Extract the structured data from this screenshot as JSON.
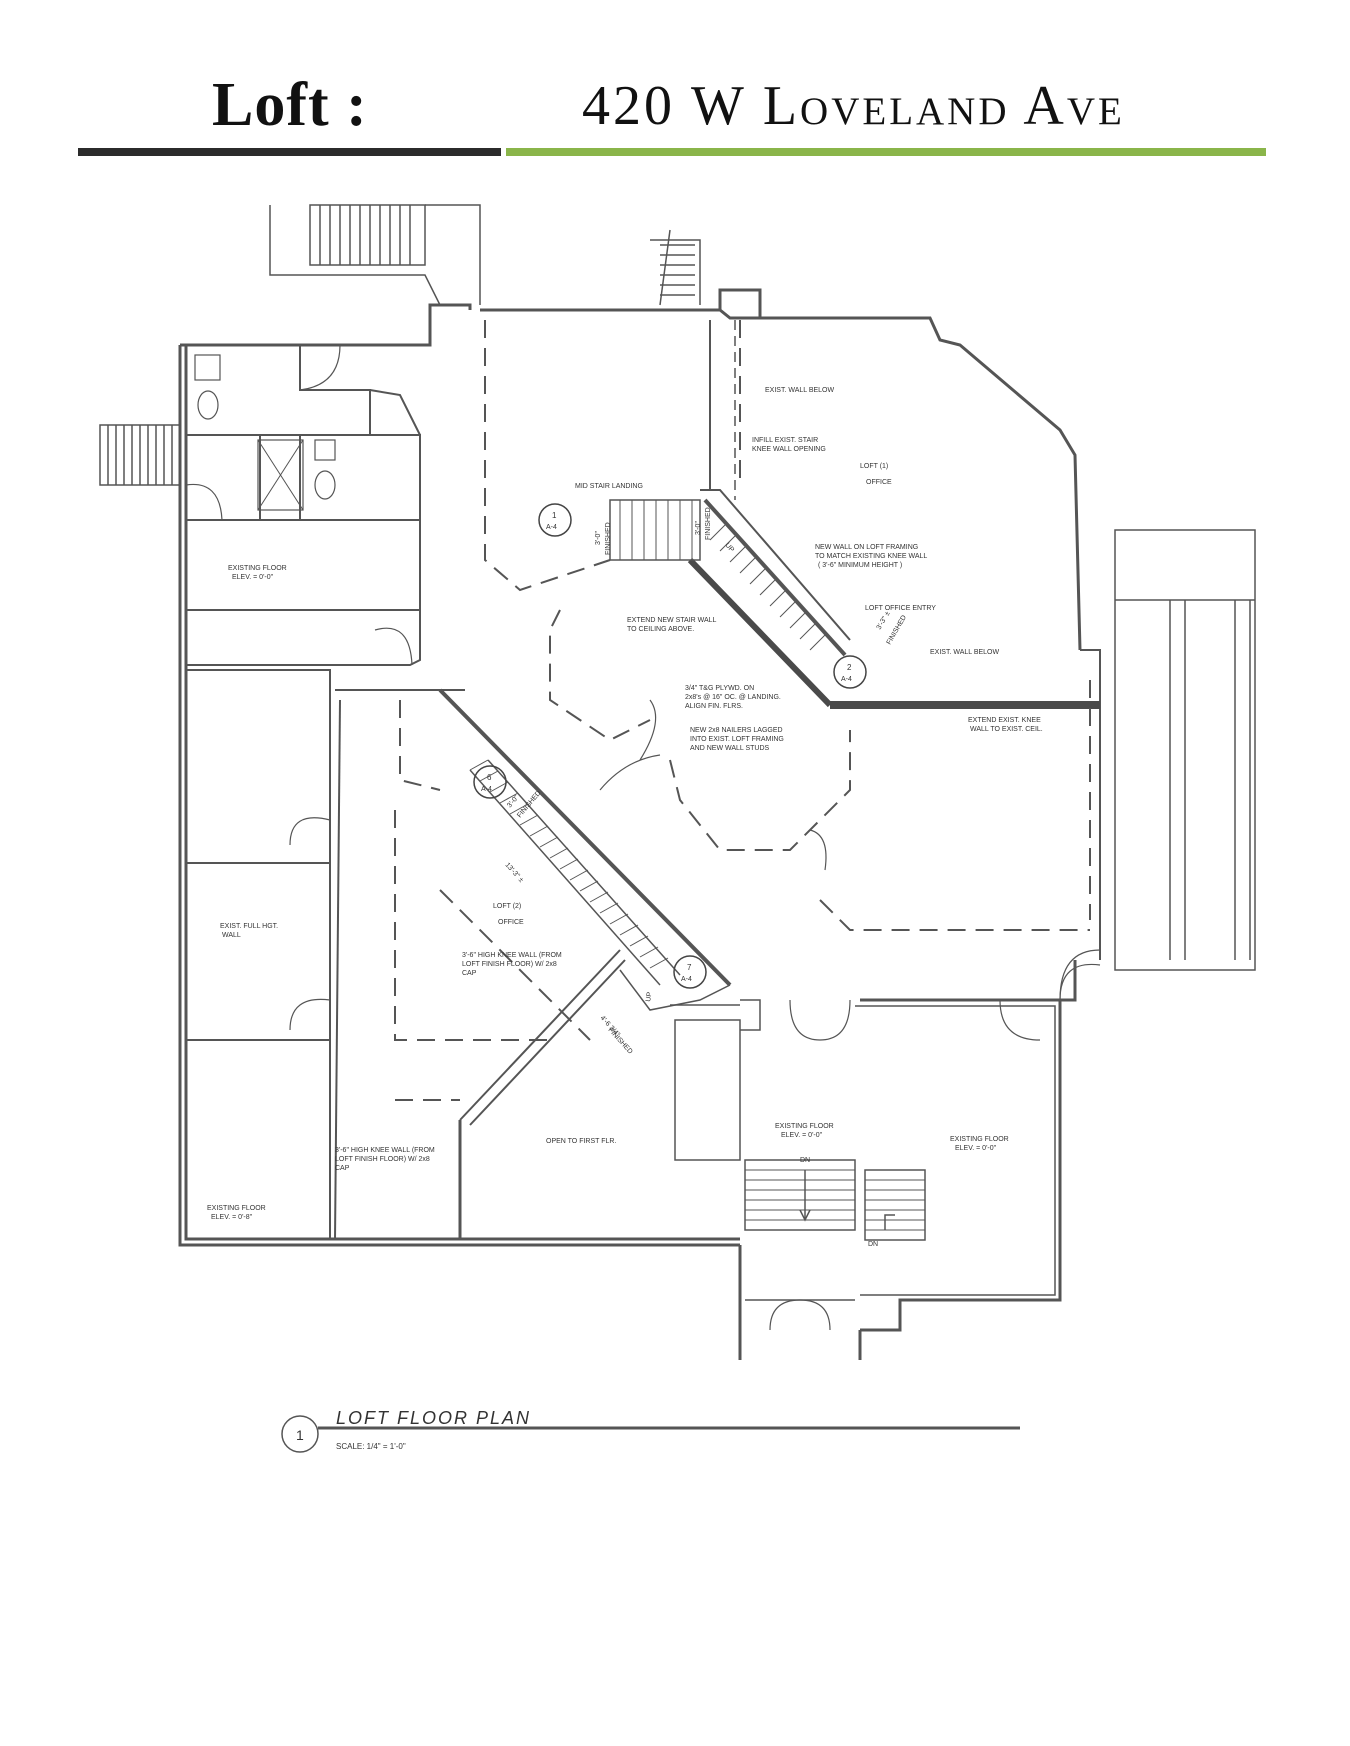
{
  "header": {
    "title_left": "Loft :",
    "title_right": "420 W Loveland Ave"
  },
  "colors": {
    "dark_bar": "#2b2b2b",
    "accent_green": "#8ab54a",
    "line": "#555555",
    "wall_fill": "#4a4a4a"
  },
  "plan": {
    "title_number": "1",
    "title": "LOFT FLOOR PLAN",
    "scale": "SCALE:  1/4\" = 1'-0\"",
    "notes": {
      "mid_stair_landing": "MID STAIR LANDING",
      "exist_wall_below_1": "EXIST. WALL BELOW",
      "infill_1": "INFILL EXIST. STAIR",
      "infill_2": "KNEE WALL OPENING",
      "loft1_label": "LOFT (1)",
      "loft1_use": "OFFICE",
      "new_wall_1": "NEW WALL ON LOFT FRAMING",
      "new_wall_2": "TO MATCH EXISTING KNEE WALL",
      "new_wall_3": "( 3'-6\" MINIMUM HEIGHT )",
      "loft_office_entry": "LOFT OFFICE ENTRY",
      "exist_wall_below_2": "EXIST. WALL BELOW",
      "extend_stair_1": "EXTEND NEW STAIR WALL",
      "extend_stair_2": "TO CEILING ABOVE.",
      "plywd_1": "3/4\" T&G PLYWD. ON",
      "plywd_2": "2x8's @ 16\" OC. @ LANDING.",
      "plywd_3": "ALIGN FIN. FLRS.",
      "nailers_1": "NEW 2x8 NAILERS LAGGED",
      "nailers_2": "INTO EXIST. LOFT FRAMING",
      "nailers_3": "AND NEW WALL STUDS",
      "extend_knee_1": "EXTEND EXIST. KNEE",
      "extend_knee_2": "WALL TO EXIST. CEIL.",
      "existing_floor_a1": "EXISTING FLOOR",
      "existing_floor_a2": "ELEV. = 0'-0\"",
      "exist_full_hgt_1": "EXIST. FULL HGT.",
      "exist_full_hgt_2": "WALL",
      "loft2_label": "LOFT (2)",
      "loft2_use": "OFFICE",
      "knee_wall_1": "3'-6\" HIGH KNEE WALL (FROM",
      "knee_wall_2": "LOFT FINISH FLOOR) W/ 2x8",
      "knee_wall_3": "CAP",
      "knee_wall_b1": "3'-6\" HIGH KNEE WALL (FROM",
      "knee_wall_b2": "LOFT FINISH FLOOR) W/ 2x8",
      "knee_wall_b3": "CAP",
      "open_to_first": "OPEN TO FIRST FLR.",
      "existing_floor_b1": "EXISTING FLOOR",
      "existing_floor_b2": "ELEV. = 0'-8\"",
      "existing_floor_c1": "EXISTING FLOOR",
      "existing_floor_c2": "ELEV. = 0'-0\"",
      "existing_floor_d1": "EXISTING FLOOR",
      "existing_floor_d2": "ELEV. = 0'-0\"",
      "dn_1": "DN",
      "dn_2": "DN",
      "up_1": "UP",
      "up_2": "UP",
      "dim_3_0_a": "3'-0\"",
      "dim_finished_a": "FINISHED",
      "dim_3_0_b": "3'-0\"",
      "dim_finished_b": "FINISHED",
      "dim_3_3": "3'-3\" ±",
      "dim_finished_c": "FINISHED",
      "dim_3_0_c": "3'-0\"",
      "dim_finished_d": "FINISHED",
      "dim_13_3": "13'-3\" ±",
      "dim_4_6": "4'-6 3/4\"",
      "dim_finished_e": "FINISHED"
    },
    "section_tags": [
      {
        "num": "1",
        "sheet": "A-4"
      },
      {
        "num": "2",
        "sheet": "A-4"
      },
      {
        "num": "6",
        "sheet": "A-4"
      },
      {
        "num": "7",
        "sheet": "A-4"
      }
    ]
  }
}
